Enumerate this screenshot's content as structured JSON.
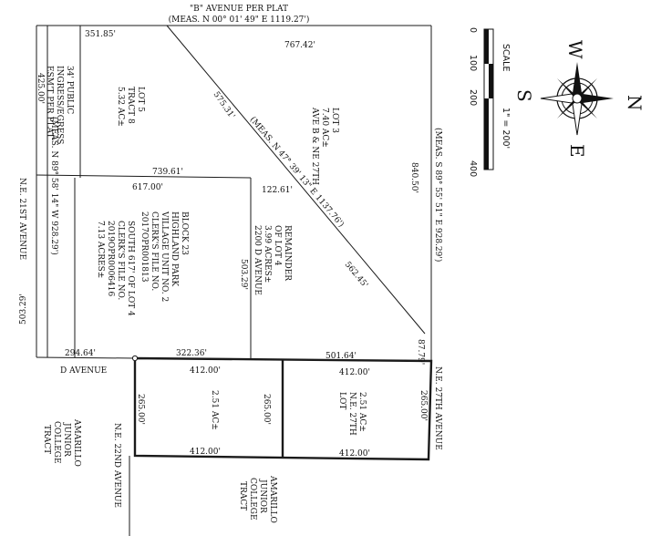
{
  "streets": {
    "b_avenue": "\"B\" AVENUE PER PLAT",
    "b_avenue_meas": "(MEAS. N 00° 01' 49\" E 1119.27')",
    "ne_21st": "N.E. 21ST AVENUE",
    "d_avenue": "D AVENUE",
    "ne_27th": "N.E. 27TH AVENUE",
    "ne_22nd": "N.E. 22ND AVENUE"
  },
  "measurements": {
    "north_east": "(MEAS. S 89° 55' 51\" E 928.29')",
    "west_side": "(MEAS. N 89° 58' 14\" W 928.29')",
    "diagonal": "(MEAS. N 47° 39' 13\" E 1137.76')"
  },
  "dimensions": {
    "d351_85": "351.85'",
    "d767_42": "767.42'",
    "d575_31": "575.31'",
    "d840_50": "840.50'",
    "d425_00": "425.00'",
    "d739_61": "739.61'",
    "d617_00": "617.00'",
    "d122_61": "122.61'",
    "d503_29a": "503.29'",
    "d503_29b": "503.29'",
    "d562_45": "562.45'",
    "d87_79": "87.79'",
    "d294_64": "294.64'",
    "d322_36": "322.36'",
    "d501_64": "501.64'",
    "d412_a": "412.00'",
    "d412_b": "412.00'",
    "d412_c": "412.00'",
    "d412_d": "412.00'",
    "d265_a": "265.00'",
    "d265_b": "265.00'",
    "d265_c": "265.00'"
  },
  "tracts": {
    "ingress": [
      "34' PUBLIC",
      "INGRESS/EGRESS",
      "ESM'T PER PLAT"
    ],
    "lot5": [
      "LOT 5",
      "TRACT 8",
      "5.32 AC±"
    ],
    "lot3": [
      "LOT 3",
      "7.40 AC±",
      "AVE B & NE 27TH"
    ],
    "block23": [
      "BLOCK 23",
      "HIGHLAND PARK",
      "VILLAGE UNIT NO. 2",
      "CLERK'S FILE NO.",
      "2017OPR001813"
    ],
    "south617": [
      "SOUTH 617' OF LOT 4",
      "CLERK'S FILE NO.",
      "2019OPR0006416",
      "7.13 ACRES±"
    ],
    "remainder": [
      "REMAINDER",
      "OF LOT 4",
      "3.99 ACRES±",
      "2200 D AVENUE"
    ],
    "lot_a": "2.51 AC±",
    "lot_b": [
      "2.51 AC±",
      "N.E. 27TH",
      "LOT"
    ],
    "amarillo1": [
      "AMARILLO",
      "JUNIOR",
      "COLLEGE",
      "TRACT"
    ],
    "amarillo2": [
      "AMARILLO",
      "JUNIOR",
      "COLLEGE",
      "TRACT"
    ]
  },
  "scale": {
    "ticks": [
      "0",
      "100",
      "200",
      "400"
    ],
    "label": "SCALE",
    "ratio": "1\" = 200'"
  },
  "compass": {
    "n": "N",
    "s": "S",
    "e": "E",
    "w": "W"
  }
}
